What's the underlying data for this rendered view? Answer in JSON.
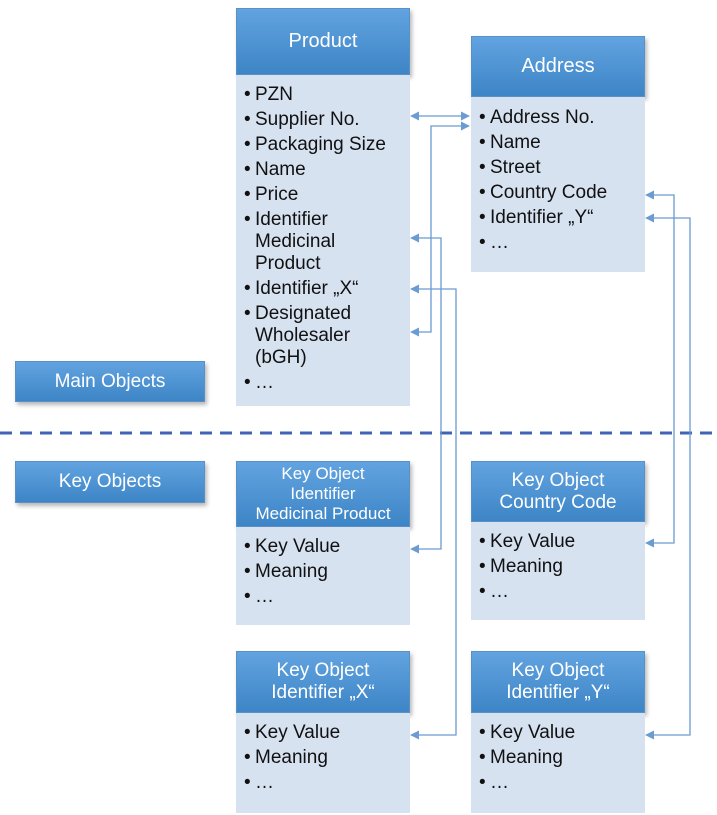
{
  "labels": {
    "main_objects": "Main Objects",
    "key_objects": "Key Objects"
  },
  "product": {
    "title": "Product",
    "items": [
      "PZN",
      "Supplier No.",
      "Packaging Size",
      "Name",
      "Price",
      "Identifier\nMedicinal\nProduct",
      "Identifier „X“",
      "Designated\nWholesaler\n(bGH)",
      "…"
    ]
  },
  "address": {
    "title": "Address",
    "items": [
      "Address No.",
      "Name",
      "Street",
      "Country Code",
      "Identifier „Y“",
      "…"
    ]
  },
  "key_medicinal": {
    "title": "Key Object\nIdentifier\nMedicinal Product",
    "items": [
      "Key Value",
      "Meaning",
      "…"
    ]
  },
  "key_country": {
    "title": "Key Object\nCountry Code",
    "items": [
      "Key Value",
      "Meaning",
      "…"
    ]
  },
  "key_x": {
    "title": "Key Object\nIdentifier „X“",
    "items": [
      "Key Value",
      "Meaning",
      "…"
    ]
  },
  "key_y": {
    "title": "Key Object\nIdentifier „Y“",
    "items": [
      "Key Value",
      "Meaning",
      "…"
    ]
  },
  "colors": {
    "header": "#3d85c6",
    "body": "#d7e2f1",
    "connector": "#6a9bd1",
    "divider": "#3f64b4"
  }
}
